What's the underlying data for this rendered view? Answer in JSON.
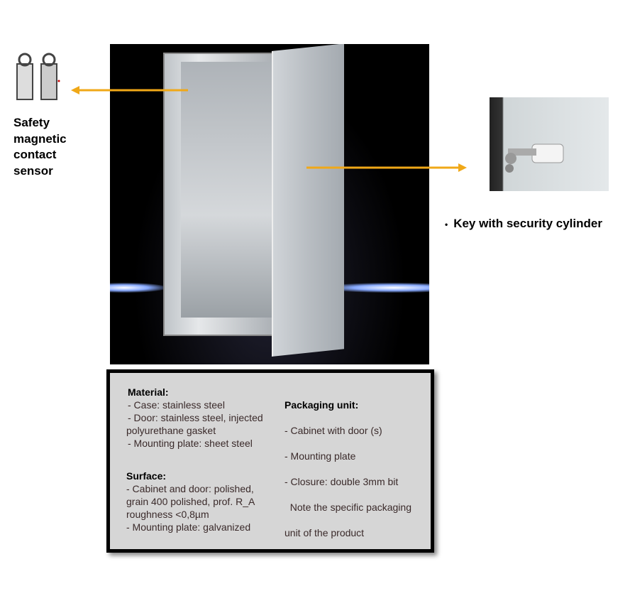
{
  "sensor": {
    "label_lines": [
      "Safety",
      "magnetic",
      "contact",
      "sensor"
    ]
  },
  "key": {
    "bullet": "•",
    "label": "Key with security cylinder"
  },
  "colors": {
    "arrow": "#f0a818",
    "box_bg": "#d6d6d6"
  },
  "spec": {
    "material": {
      "heading": "Material:",
      "lines": [
        "- Case: stainless steel",
        "- Door: stainless steel, injected",
        "polyurethane gasket",
        "- Mounting plate: sheet steel"
      ]
    },
    "surface": {
      "heading": "Surface:",
      "lines": [
        "- Cabinet and door: polished,",
        "grain 400 polished, prof. R_A",
        "roughness <0,8µm",
        "- Mounting plate: galvanized"
      ]
    },
    "packaging": {
      "heading": "Packaging unit:",
      "lines": [
        "- Cabinet with door (s)",
        "- Mounting plate",
        "- Closure: double 3mm bit",
        "  Note the specific packaging",
        "unit of the product"
      ]
    }
  }
}
